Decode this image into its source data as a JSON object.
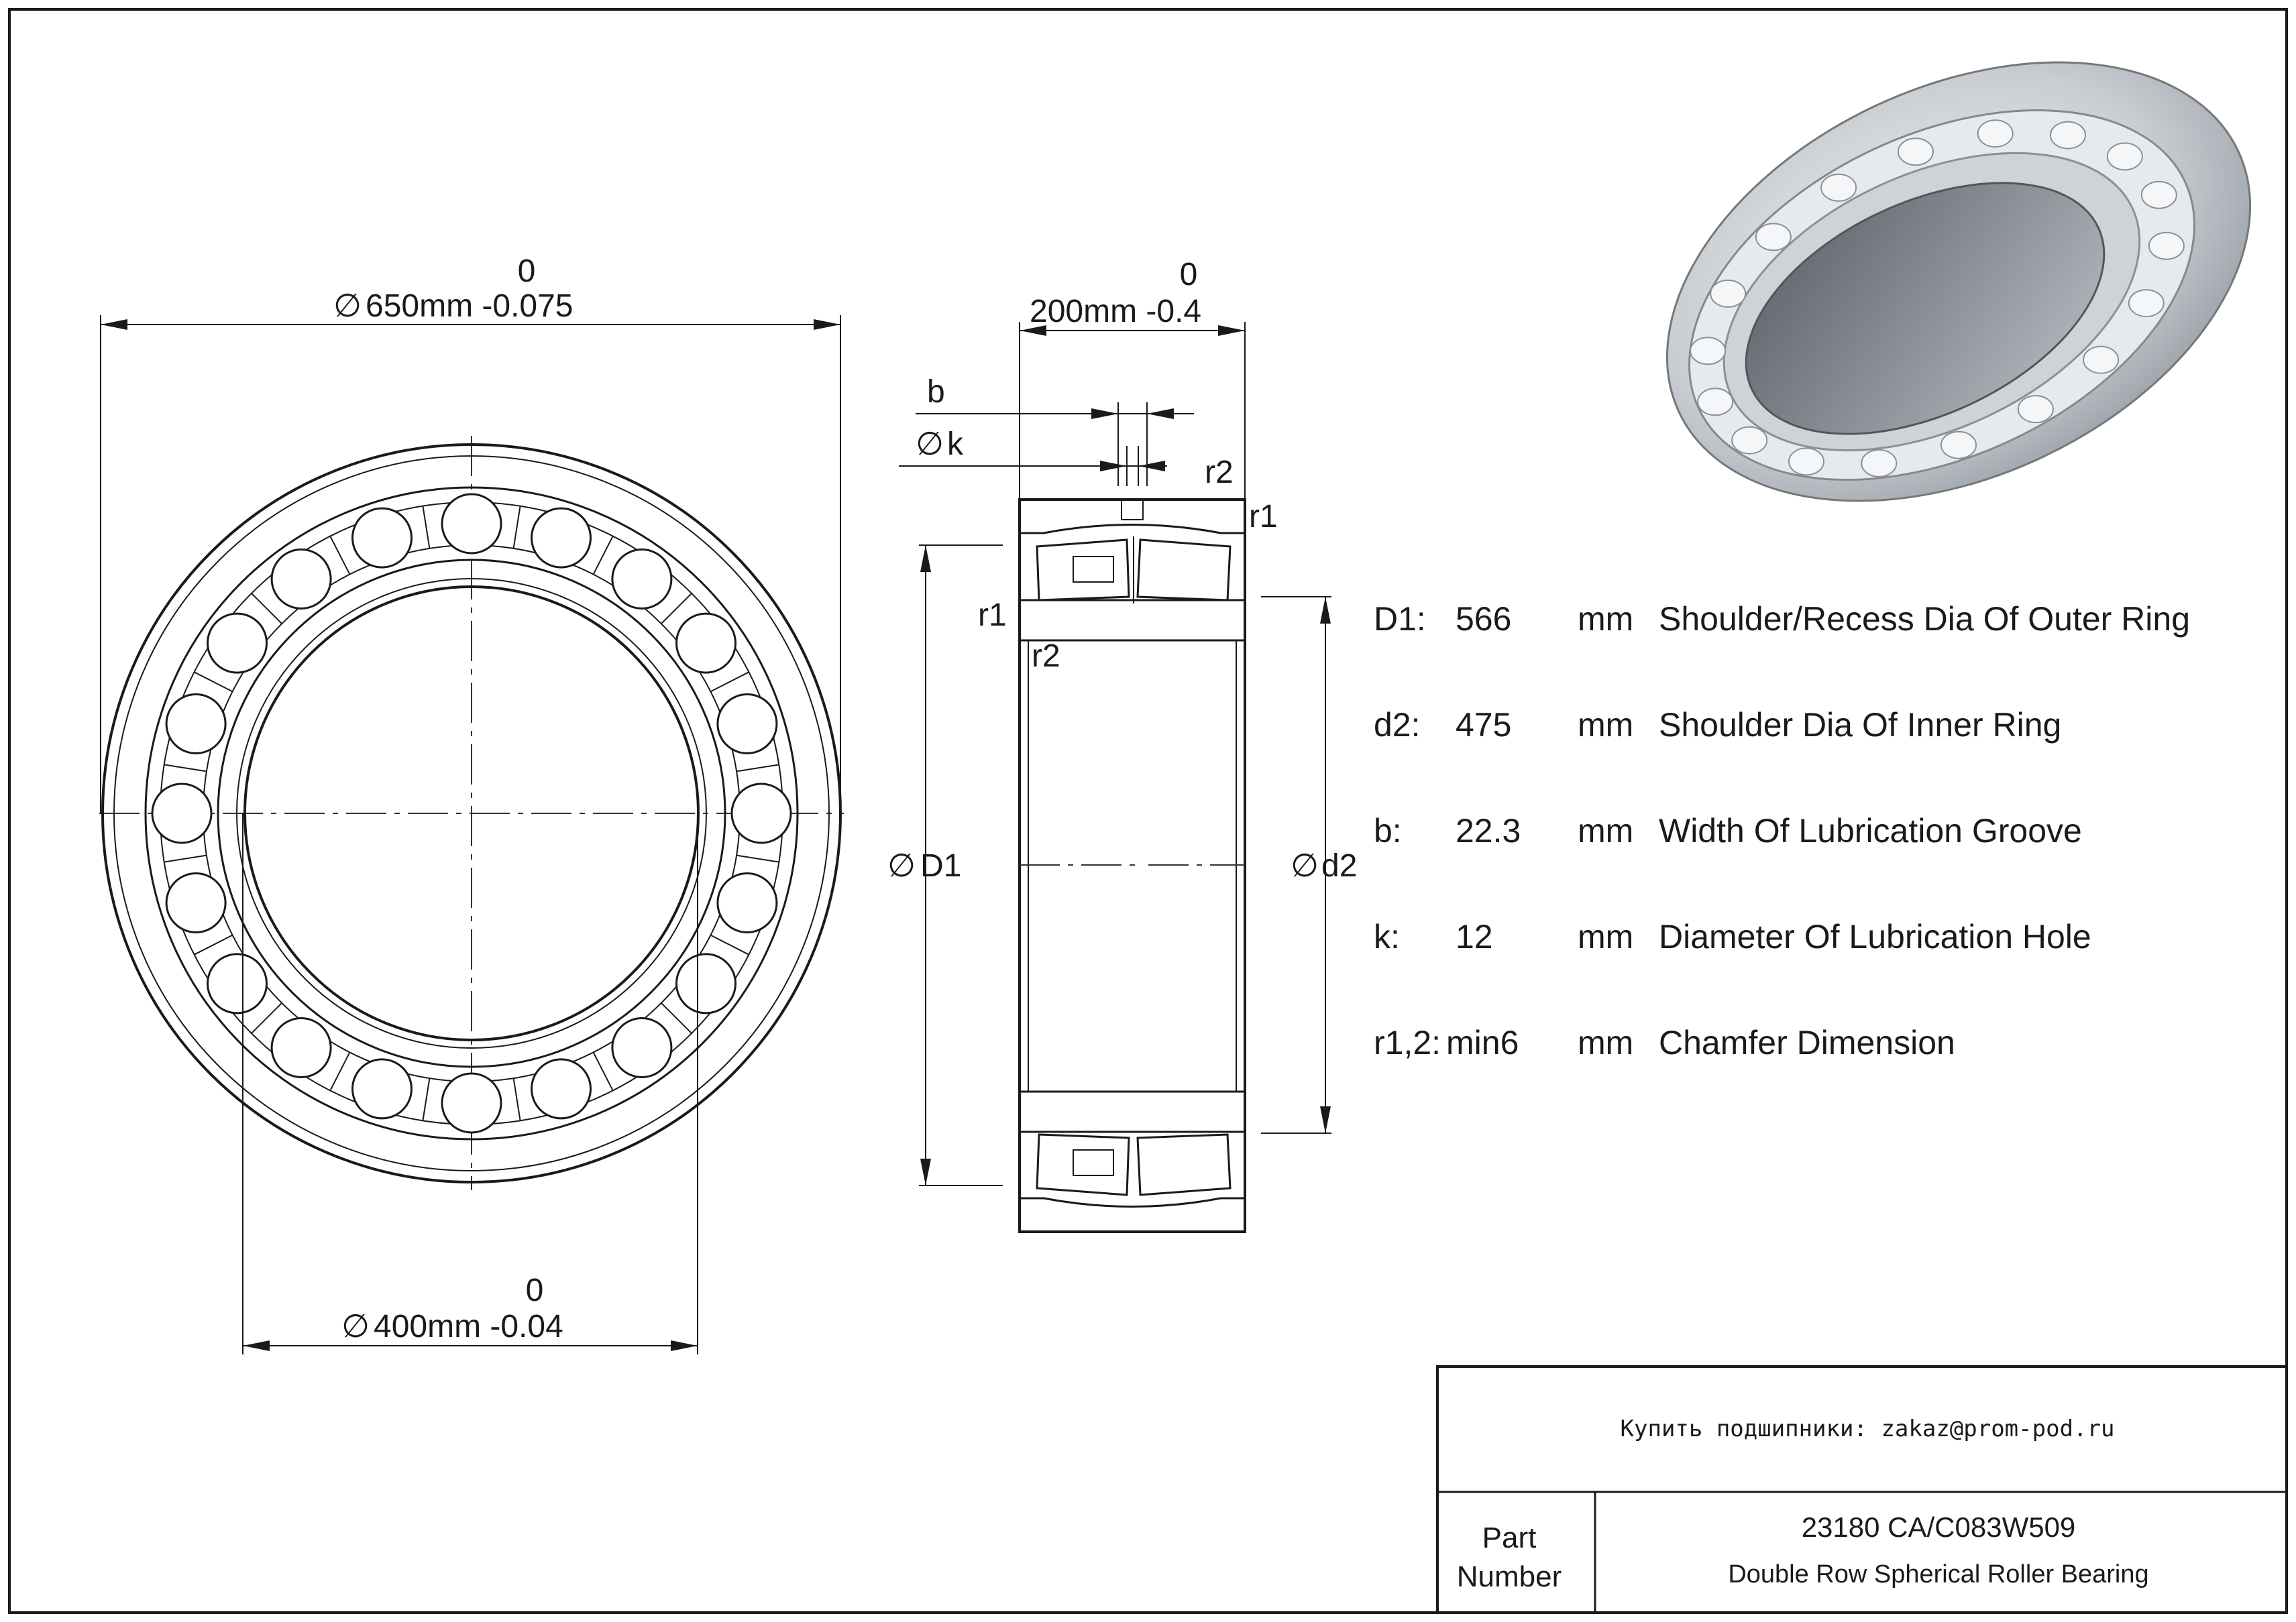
{
  "dimensions": {
    "outer_diameter": {
      "tol_upper": "0",
      "label": "650mm -0.075"
    },
    "inner_diameter": {
      "tol_upper": "0",
      "label": "400mm -0.04"
    },
    "width": {
      "tol_upper": "0",
      "label": "200mm -0.4"
    },
    "diameter_symbol": "∅"
  },
  "section_labels": {
    "b": "b",
    "k": "k",
    "r1": "r1",
    "r2": "r2",
    "D1": "D1",
    "d2": "d2"
  },
  "specs": [
    {
      "key": "D1:",
      "value": "566",
      "unit": "mm",
      "desc": "Shoulder/Recess Dia Of Outer Ring"
    },
    {
      "key": "d2:",
      "value": "475",
      "unit": "mm",
      "desc": "Shoulder Dia Of Inner Ring"
    },
    {
      "key": "b:",
      "value": "22.3",
      "unit": "mm",
      "desc": "Width Of Lubrication Groove"
    },
    {
      "key": "k:",
      "value": "12",
      "unit": "mm",
      "desc": "Diameter Of Lubrication Hole"
    },
    {
      "key": "r1,2:",
      "value": "min6",
      "unit": "mm",
      "desc": "Chamfer Dimension"
    }
  ],
  "title_block": {
    "contact": "Купить подшипники: zakaz@prom-pod.ru",
    "part_label_1": "Part",
    "part_label_2": "Number",
    "part_number": "23180 CA/C083W509",
    "part_description": "Double Row Spherical Roller Bearing"
  }
}
